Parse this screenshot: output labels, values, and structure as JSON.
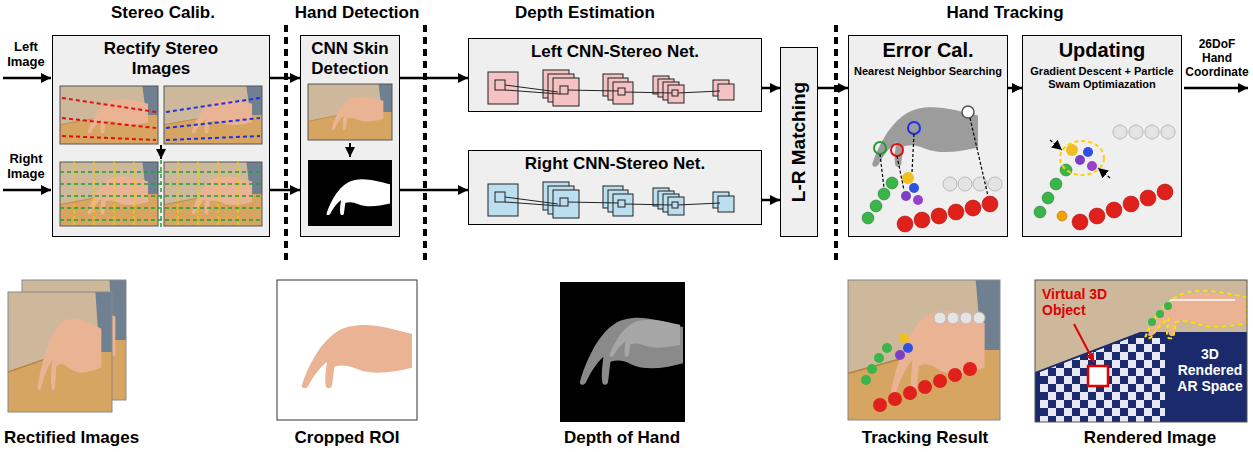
{
  "diagram": {
    "nodes": [
      {
        "text": [
          "Rectify Stereo Images"
        ]
      },
      {
        "text": [
          "CNN Skin Detection"
        ]
      },
      {
        "text": [
          "Left CNN-Stereo Net."
        ]
      },
      {
        "text": [
          "Right CNN-Stereo Net."
        ]
      },
      {
        "text": [
          "L-R Matching"
        ]
      },
      {
        "text": [
          "Error Cal.",
          "Nearest Neighbor Searching"
        ]
      },
      {
        "text": [
          "Updating",
          "Gradient Descent + Particle Swam Optimiazation"
        ]
      }
    ],
    "edges": [
      {
        "from": 0,
        "to": 1,
        "arrow": "to"
      },
      {
        "from": 0,
        "to": 1,
        "arrow": "to"
      },
      {
        "from": 1,
        "to": 2,
        "arrow": "to"
      },
      {
        "from": 1,
        "to": 3,
        "arrow": "to"
      },
      {
        "from": 2,
        "to": 4,
        "arrow": "to"
      },
      {
        "from": 3,
        "to": 4,
        "arrow": "to"
      },
      {
        "from": 4,
        "to": 5,
        "arrow": "to"
      },
      {
        "from": 5,
        "to": 6,
        "arrow": "to"
      }
    ],
    "labels": [
      "Stereo Calib.",
      "Hand Detection",
      "Depth Estimation",
      "Hand Tracking",
      "Left Image",
      "Right Image",
      "26DoF Hand Coordinate",
      "Rectified Images",
      "Cropped ROI",
      "Depth of Hand",
      "Tracking Result",
      "Rendered Image",
      "Virtual 3D Object",
      "3D Rendered AR Space"
    ]
  }
}
